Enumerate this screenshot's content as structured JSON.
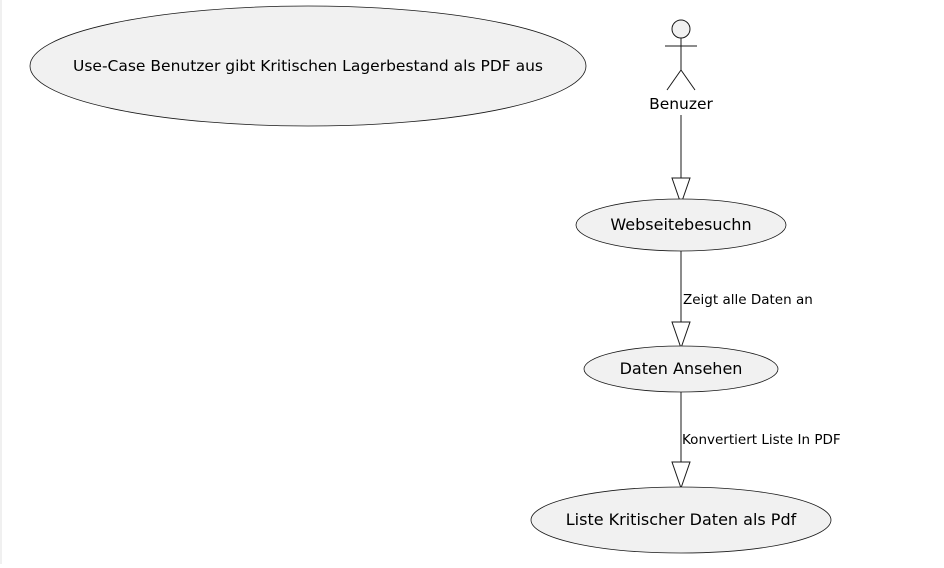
{
  "diagram": {
    "title_usecase": "Use-Case Benutzer gibt Kritischen Lagerbestand als PDF aus",
    "actor": "Benuzer",
    "usecases": [
      "Webseitebesuchn",
      "Daten Ansehen",
      "Liste Kritischer Daten als Pdf"
    ],
    "edges": [
      {
        "from": "Benuzer",
        "to": "Webseitebesuchn",
        "label": ""
      },
      {
        "from": "Webseitebesuchn",
        "to": "Daten Ansehen",
        "label": "Zeigt alle Daten an"
      },
      {
        "from": "Daten Ansehen",
        "to": "Liste Kritischer Daten als Pdf",
        "label": "Konvertiert Liste In PDF"
      }
    ],
    "colors": {
      "usecase_fill": "#f1f1f1",
      "stroke": "#181818",
      "background": "#ffffff"
    }
  }
}
